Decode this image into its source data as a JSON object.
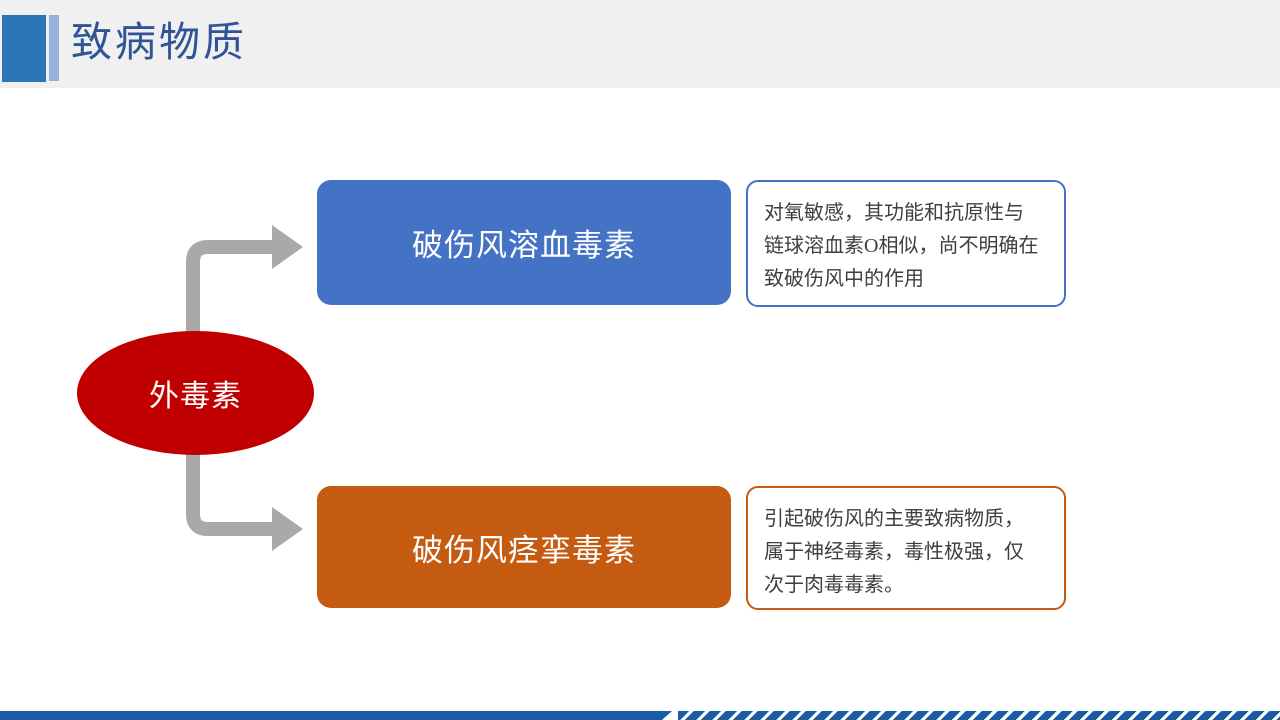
{
  "slide": {
    "title": "致病物质"
  },
  "diagram": {
    "root": {
      "label": "外毒素",
      "color": "#C00000"
    },
    "branches": [
      {
        "label": "破伤风溶血毒素",
        "color": "#4472C4",
        "description": "对氧敏感，其功能和抗原性与\n链球溶血素O相似，尚不明确在\n致破伤风中的作用"
      },
      {
        "label": "破伤风痉挛毒素",
        "color": "#C55A11",
        "description": "引起破伤风的主要致病物质，\n属于神经毒素，毒性极强，仅\n次于肉毒毒素。"
      }
    ]
  },
  "colors": {
    "header_background": "#F0F0F1",
    "header_square": "#2E75B6",
    "header_accent": "#98B0D9",
    "title_text": "#2F5597",
    "connector_gray": "#A9A9A9",
    "body_text": "#3F3F3F",
    "bottom_bar_blue": "#1A5DA6"
  }
}
